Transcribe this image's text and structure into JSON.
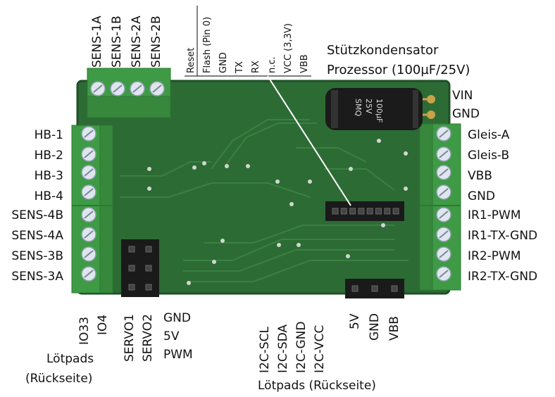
{
  "colors": {
    "pcb": "#2d6b34",
    "pcb_dark": "#1f4f27",
    "terminal": "#3f9a45",
    "terminal_dark": "#2a7a31",
    "screw": "#dfe6ee",
    "header": "#1a1a1a",
    "capacitor": "#1b1b1b",
    "trace": "#3b8443"
  },
  "top_terminal_labels": [
    "SENS-1A",
    "SENS-1B",
    "SENS-2A",
    "SENS-2B"
  ],
  "top_pin_labels": [
    "Reset",
    "Flash (Pin 0)",
    "GND",
    "TX",
    "RX",
    "n.c.",
    "VCC (3,3V)",
    "VBB"
  ],
  "capacitor_caption": [
    "Stützkondensator",
    "Prozessor (100µF/25V)"
  ],
  "capacitor_pins": [
    "VIN",
    "GND"
  ],
  "capacitor_print": [
    "SMQ",
    "25V",
    "100µF"
  ],
  "left_labels": [
    "HB-1",
    "HB-2",
    "HB-3",
    "HB-4",
    "SENS-4B",
    "SENS-4A",
    "SENS-3B",
    "SENS-3A"
  ],
  "right_labels": [
    "Gleis-A",
    "Gleis-B",
    "VBB",
    "GND",
    "IR1-PWM",
    "IR1-TX-GND",
    "IR2-PWM",
    "IR2-TX-GND"
  ],
  "bottom_left_pads": [
    "IO33",
    "IO4"
  ],
  "loetpads_left": [
    "Lötpads",
    "(Rückseite)"
  ],
  "servo_labels": [
    "SERVO1",
    "SERVO2"
  ],
  "servo_pins": [
    "GND",
    "5V",
    "PWM"
  ],
  "i2c_labels": [
    "I2C-SCL",
    "I2C-SDA",
    "I2C-GND",
    "I2C-VCC"
  ],
  "power_header_labels": [
    "5V",
    "GND",
    "VBB"
  ],
  "loetpads_bottom": "Lötpads (Rückseite)"
}
